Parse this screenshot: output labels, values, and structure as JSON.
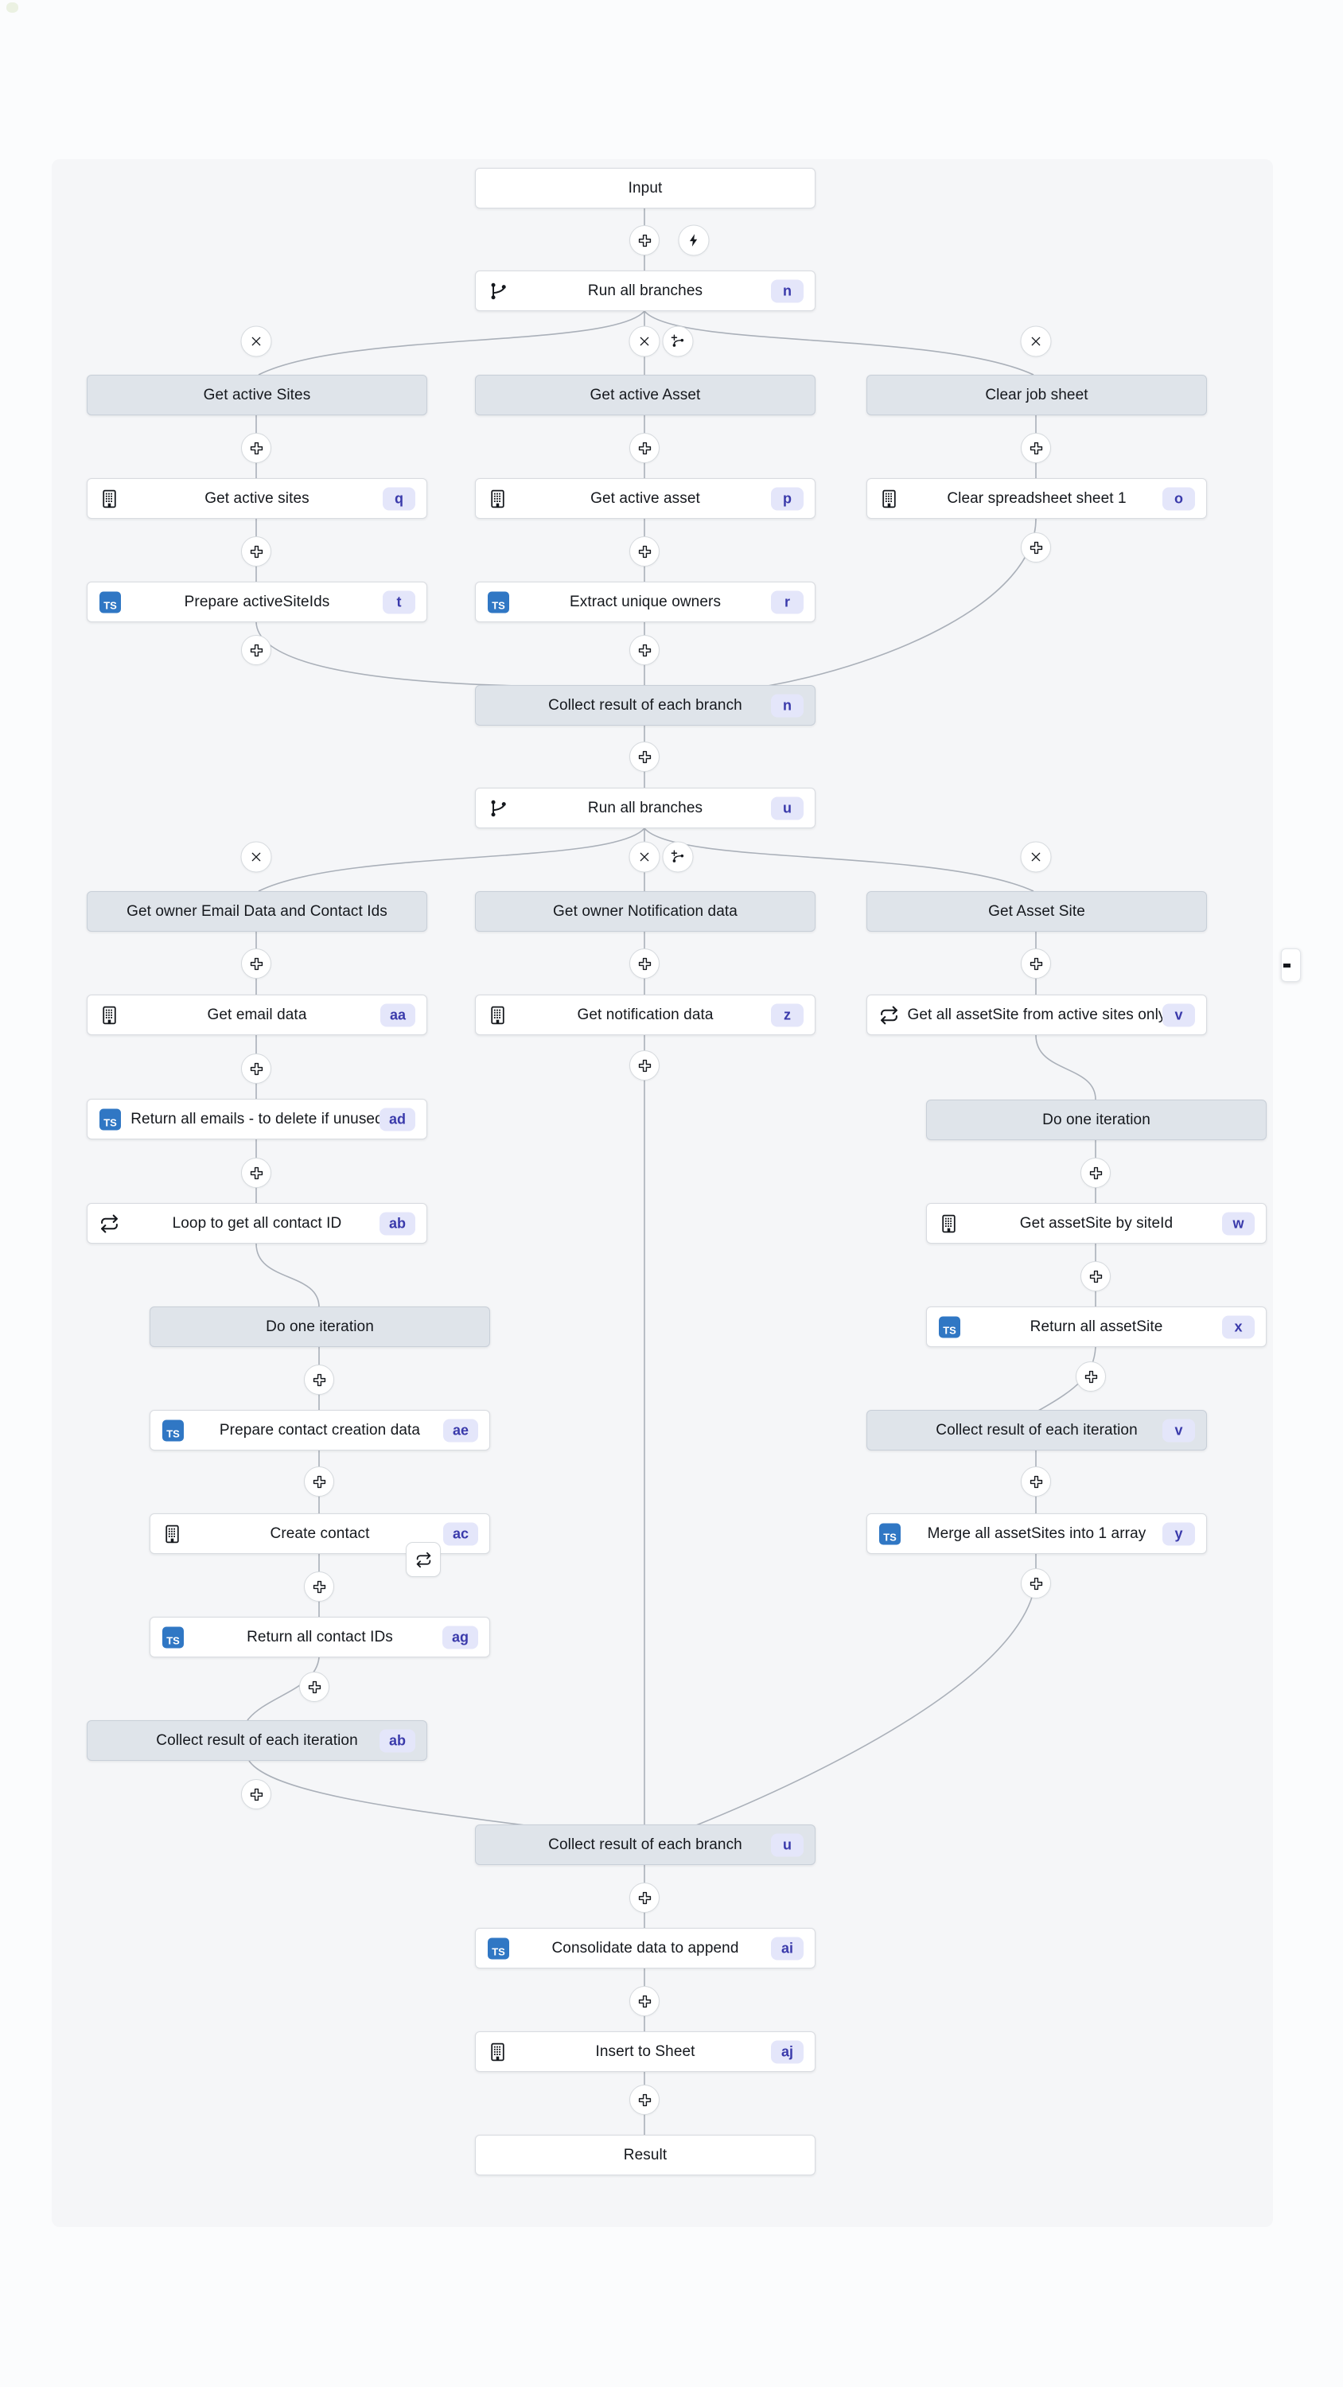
{
  "flow": {
    "nodes": [
      {
        "id": "input",
        "kind": "plain",
        "label": "Input"
      },
      {
        "id": "run-branches-1",
        "kind": "action",
        "icon": "git-branch-icon",
        "label": "Run all branches",
        "badge": "n"
      },
      {
        "id": "hdr-get-active-sites",
        "kind": "header",
        "label": "Get active Sites"
      },
      {
        "id": "hdr-get-active-asset",
        "kind": "header",
        "label": "Get active Asset"
      },
      {
        "id": "hdr-clear-job-sheet",
        "kind": "header",
        "label": "Clear job sheet"
      },
      {
        "id": "get-active-sites",
        "kind": "action",
        "icon": "company-icon",
        "label": "Get active sites",
        "badge": "q"
      },
      {
        "id": "get-active-asset",
        "kind": "action",
        "icon": "company-icon",
        "label": "Get active asset",
        "badge": "p"
      },
      {
        "id": "clear-spreadsheet",
        "kind": "action",
        "icon": "company-icon",
        "label": "Clear spreadsheet sheet 1",
        "badge": "o"
      },
      {
        "id": "prepare-activesiteids",
        "kind": "action",
        "icon": "typescript-icon",
        "label": "Prepare activeSiteIds",
        "badge": "t"
      },
      {
        "id": "extract-unique-owners",
        "kind": "action",
        "icon": "typescript-icon",
        "label": "Extract unique owners",
        "badge": "r"
      },
      {
        "id": "collect-branch-n",
        "kind": "header",
        "label": "Collect result of each branch",
        "badge": "n"
      },
      {
        "id": "run-branches-2",
        "kind": "action",
        "icon": "git-branch-icon",
        "label": "Run all branches",
        "badge": "u"
      },
      {
        "id": "hdr-owner-email",
        "kind": "header",
        "label": "Get owner Email Data and Contact Ids"
      },
      {
        "id": "hdr-owner-notification",
        "kind": "header",
        "label": "Get owner Notification data"
      },
      {
        "id": "hdr-get-asset-site",
        "kind": "header",
        "label": "Get Asset Site"
      },
      {
        "id": "get-email-data",
        "kind": "action",
        "icon": "company-icon",
        "label": "Get email data",
        "badge": "aa"
      },
      {
        "id": "get-notification-data",
        "kind": "action",
        "icon": "company-icon",
        "label": "Get notification data",
        "badge": "z"
      },
      {
        "id": "get-all-assetsite",
        "kind": "action",
        "icon": "repeat-icon",
        "label": "Get all assetSite from active sites only",
        "badge": "v"
      },
      {
        "id": "return-all-emails",
        "kind": "action",
        "icon": "typescript-icon",
        "label": "Return all emails - to delete if unused",
        "badge": "ad"
      },
      {
        "id": "do-one-iteration-right",
        "kind": "header",
        "label": "Do one iteration"
      },
      {
        "id": "loop-get-contact-id",
        "kind": "action",
        "icon": "repeat-icon",
        "label": "Loop to get all contact ID",
        "badge": "ab"
      },
      {
        "id": "get-assetsite-by-siteid",
        "kind": "action",
        "icon": "company-icon",
        "label": "Get assetSite by siteId",
        "badge": "w"
      },
      {
        "id": "do-one-iteration-left",
        "kind": "header",
        "label": "Do one iteration"
      },
      {
        "id": "return-all-assetsite",
        "kind": "action",
        "icon": "typescript-icon",
        "label": "Return all assetSite",
        "badge": "x"
      },
      {
        "id": "prepare-contact-creation",
        "kind": "action",
        "icon": "typescript-icon",
        "label": "Prepare contact creation data",
        "badge": "ae"
      },
      {
        "id": "collect-iteration-right",
        "kind": "header",
        "label": "Collect result of each iteration",
        "badge": "v"
      },
      {
        "id": "create-contact",
        "kind": "action",
        "icon": "company-icon",
        "label": "Create contact",
        "badge": "ac"
      },
      {
        "id": "merge-assetsites",
        "kind": "action",
        "icon": "typescript-icon",
        "label": "Merge all assetSites into 1 array",
        "badge": "y"
      },
      {
        "id": "return-all-contact-ids",
        "kind": "action",
        "icon": "typescript-icon",
        "label": "Return all contact IDs",
        "badge": "ag"
      },
      {
        "id": "collect-iteration-left",
        "kind": "header",
        "label": "Collect result of each iteration",
        "badge": "ab"
      },
      {
        "id": "collect-branch-u",
        "kind": "header",
        "label": "Collect result of each branch",
        "badge": "u"
      },
      {
        "id": "consolidate-data",
        "kind": "action",
        "icon": "typescript-icon",
        "label": "Consolidate data to append",
        "badge": "ai"
      },
      {
        "id": "insert-to-sheet",
        "kind": "action",
        "icon": "company-icon",
        "label": "Insert to Sheet",
        "badge": "aj"
      },
      {
        "id": "result",
        "kind": "plain",
        "label": "Result"
      }
    ]
  },
  "icons": {
    "typescript_label": "TS"
  },
  "colors": {
    "page_bg": "#fbfcfd",
    "canvas_bg": "#f5f6f8",
    "node_bg": "#ffffff",
    "header_bg": "#dfe4ea",
    "badge_bg": "#e4e6fa",
    "badge_text": "#3a3aab",
    "wire": "#aab0b9",
    "typescript_blue": "#3077c4"
  }
}
